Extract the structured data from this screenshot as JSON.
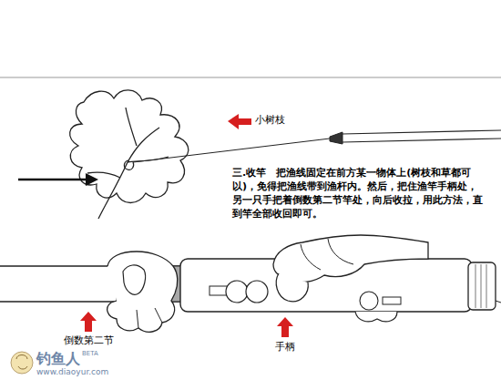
{
  "diagram": {
    "labels": [
      "小树枝",
      "三.收竿　把渔线固定在前方某一物体上(树枝和草都可以)，免得把渔线带到渔杆内。然后，把住渔竿手柄处，另一只手把着倒数第二节竿处，向后收拉，用此方法，直到竿全部收回即可。",
      "倒数第二节",
      "手柄",
      "钓鱼人",
      "BETA",
      "www.diaoyur.com"
    ]
  }
}
